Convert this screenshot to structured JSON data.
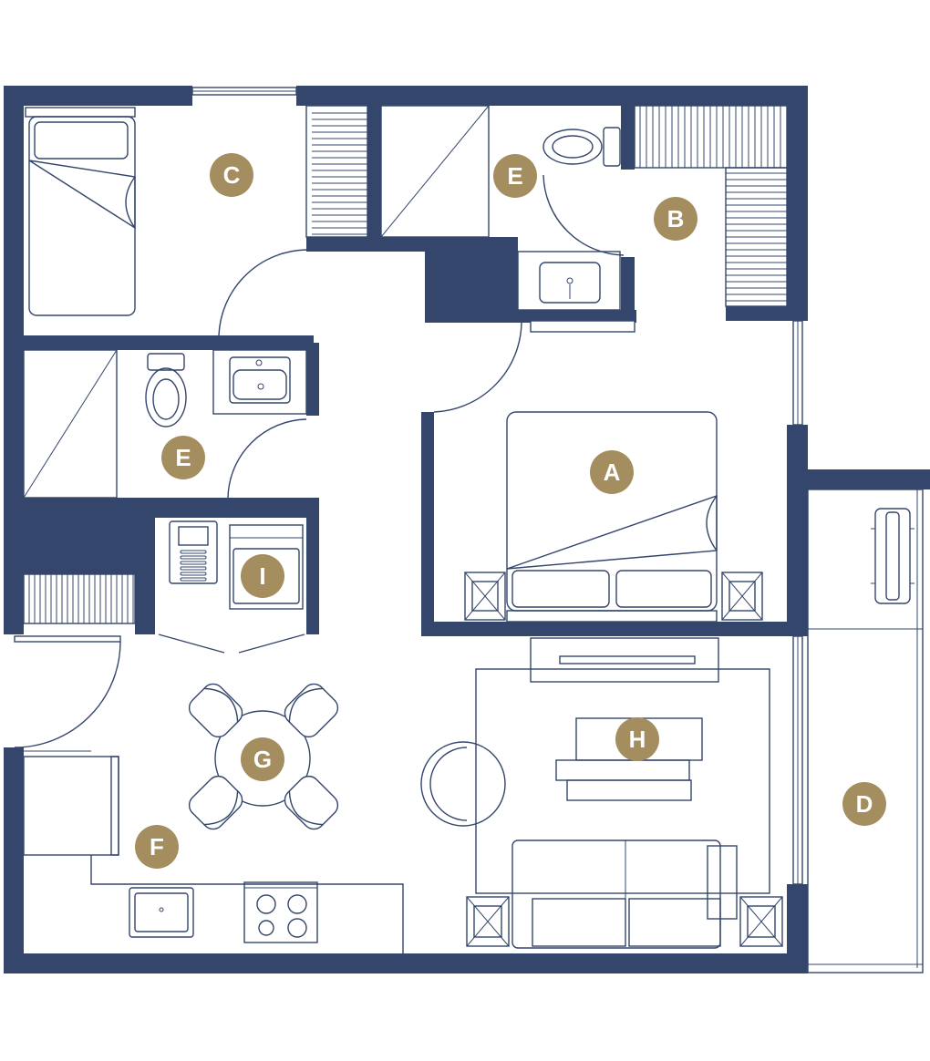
{
  "room_labels": [
    {
      "key": "A",
      "text": "A"
    },
    {
      "key": "B",
      "text": "B"
    },
    {
      "key": "C",
      "text": "C"
    },
    {
      "key": "D",
      "text": "D"
    },
    {
      "key": "E1",
      "text": "E"
    },
    {
      "key": "E2",
      "text": "E"
    },
    {
      "key": "F",
      "text": "F"
    },
    {
      "key": "G",
      "text": "G"
    },
    {
      "key": "H",
      "text": "H"
    },
    {
      "key": "I",
      "text": "I"
    }
  ],
  "colors": {
    "wall": "#34466b",
    "badge": "#a48d5f",
    "badge_text": "#ffffff",
    "background": "#ffffff"
  }
}
